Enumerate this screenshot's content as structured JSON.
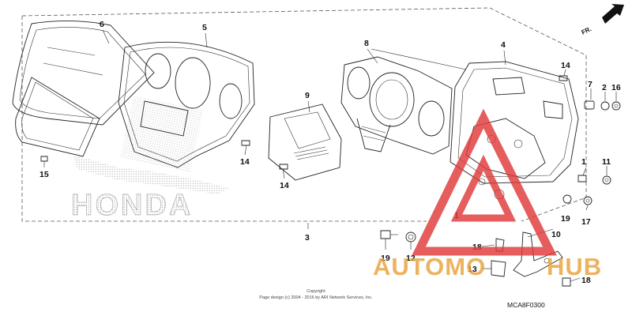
{
  "diagram": {
    "direction_label": "FR.",
    "diagram_code": "MCA8F0300",
    "copyright_line1": "Copyright",
    "copyright_line2": "Page design (c) 2004 - 2016 by ARI Network Services, Inc.",
    "honda_logo_text": "HONDA",
    "watermark": {
      "part1": "AUTOMO",
      "part2": "HUB",
      "color": "#e8a33c",
      "triangle_color": "#e03a3a"
    },
    "callouts": {
      "c1a": "1",
      "c1b": "1",
      "c2": "2",
      "c3": "3",
      "c4": "4",
      "c5": "5",
      "c6": "6",
      "c7": "7",
      "c8": "8",
      "c9": "9",
      "c10": "10",
      "c11": "11",
      "c12": "12",
      "c13": "13",
      "c14a": "14",
      "c14b": "14",
      "c14c": "14",
      "c15": "15",
      "c16": "16",
      "c17": "17",
      "c18a": "18",
      "c18b": "18",
      "c19a": "19",
      "c19b": "19"
    }
  }
}
